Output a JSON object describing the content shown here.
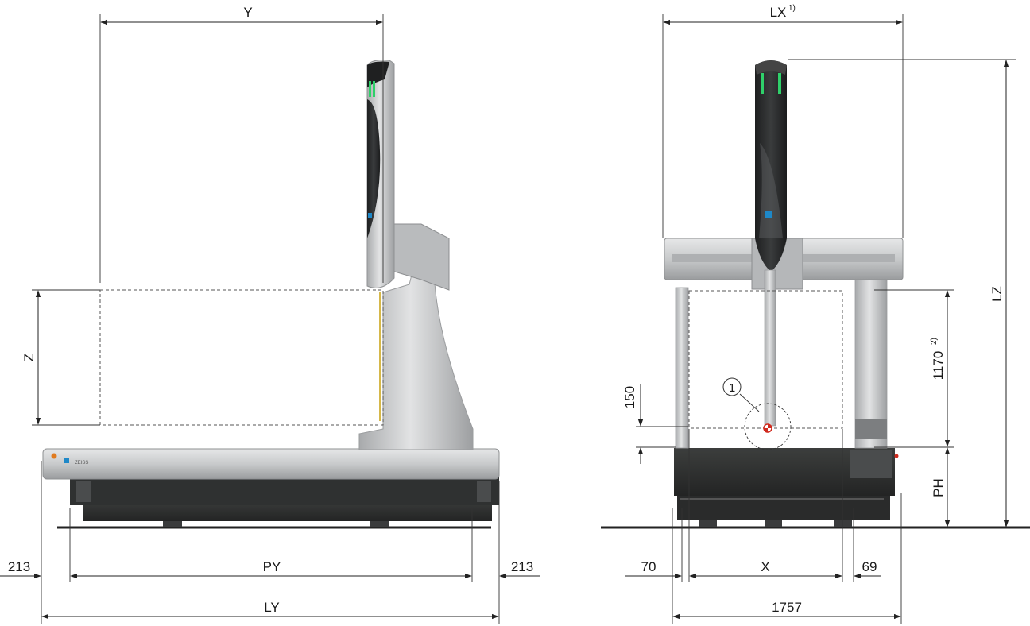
{
  "side_view": {
    "dims": {
      "y": "Y",
      "z": "Z",
      "py": "PY",
      "ly": "LY",
      "left_overhang": "213",
      "right_overhang": "213"
    },
    "logo_text": "ZEISS"
  },
  "front_view": {
    "dims": {
      "lx": "LX",
      "lx_note": "1)",
      "lz": "LZ",
      "ph": "PH",
      "x": "X",
      "height_1170": "1170",
      "height_note": "2)",
      "offset_150": "150",
      "left_70": "70",
      "right_69": "69",
      "width_1757": "1757"
    },
    "callout_number": "1"
  },
  "colors": {
    "granite": "#2e302f",
    "aluminum": "#c9cbcc",
    "accent_green": "#2fd06a",
    "accent_blue": "#1e88c8",
    "probe_red": "#d02a1e"
  }
}
